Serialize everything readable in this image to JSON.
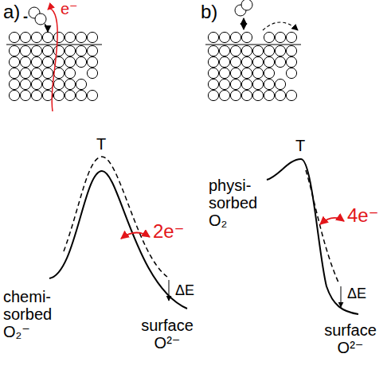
{
  "diagram": {
    "labels": [
      "a)",
      "e⁻",
      "-",
      "T",
      "2e⁻",
      "chemi- sorbed O₂⁻",
      "ΔE",
      "surface O²⁻",
      "b)",
      "T",
      "physi- sorbed O₂",
      "4e⁻",
      "ΔE",
      "surface O²⁻"
    ]
  }
}
